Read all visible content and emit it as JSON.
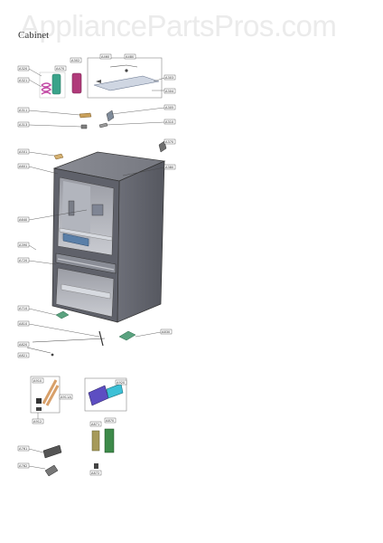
{
  "watermark": "AppliancePartsPros.com",
  "section_title": "Cabinet",
  "callouts": [
    {
      "id": "c-tl1",
      "label": "A320"
    },
    {
      "id": "c-tl2",
      "label": "A321"
    },
    {
      "id": "c-tl3",
      "label": "A470"
    },
    {
      "id": "c-tl4",
      "label": "A302"
    },
    {
      "id": "c-tl5",
      "label": "A460"
    },
    {
      "id": "c-tl6",
      "label": "A480"
    },
    {
      "id": "c-tl7",
      "label": "A303"
    },
    {
      "id": "c-tl8",
      "label": "A304"
    },
    {
      "id": "c-l1",
      "label": "A311"
    },
    {
      "id": "c-l2",
      "label": "A313"
    },
    {
      "id": "c-r1",
      "label": "A305"
    },
    {
      "id": "c-r2",
      "label": "A310"
    },
    {
      "id": "c-l3",
      "label": "A501"
    },
    {
      "id": "c-l4",
      "label": "A601"
    },
    {
      "id": "c-r3",
      "label": "A370"
    },
    {
      "id": "c-r4",
      "label": "A380"
    },
    {
      "id": "c-l5",
      "label": "A640"
    },
    {
      "id": "c-l6",
      "label": "A390"
    },
    {
      "id": "c-l7",
      "label": "A720"
    },
    {
      "id": "c-l8",
      "label": "A710"
    },
    {
      "id": "c-l9",
      "label": "A810"
    },
    {
      "id": "c-l10",
      "label": "A820"
    },
    {
      "id": "c-l11",
      "label": "A821"
    },
    {
      "id": "c-r5",
      "label": "A830"
    },
    {
      "id": "c-b1",
      "label": "A910"
    },
    {
      "id": "c-b2",
      "label": "A911A"
    },
    {
      "id": "c-b3",
      "label": "A912"
    },
    {
      "id": "c-b4",
      "label": "A920"
    },
    {
      "id": "c-b5",
      "label": "A871"
    },
    {
      "id": "c-b6",
      "label": "A870"
    },
    {
      "id": "c-b7",
      "label": "A872"
    },
    {
      "id": "c-b8",
      "label": "A761"
    },
    {
      "id": "c-b9",
      "label": "A762"
    }
  ]
}
